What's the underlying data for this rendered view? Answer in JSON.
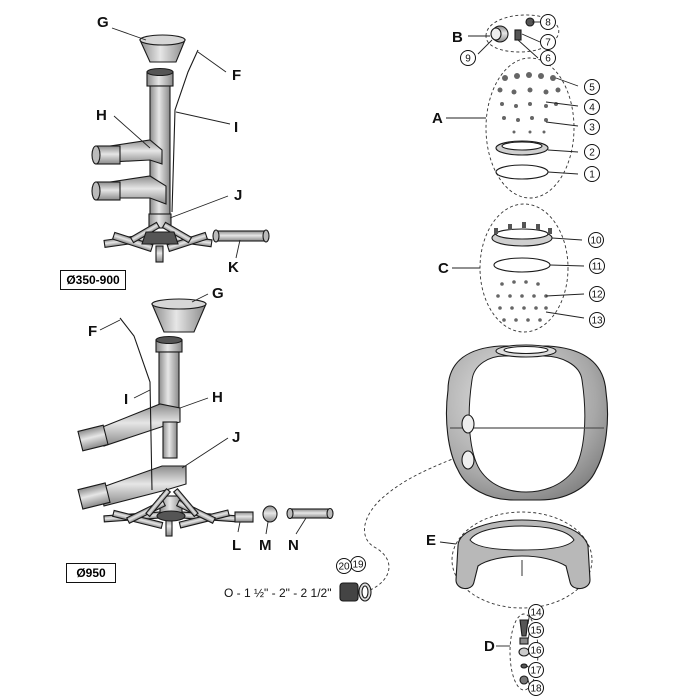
{
  "model_labels": {
    "small": "Ø350-900",
    "large": "Ø950"
  },
  "letters": {
    "A": "A",
    "B": "B",
    "C": "C",
    "D": "D",
    "E": "E",
    "F": "F",
    "G": "G",
    "H": "H",
    "I": "I",
    "J": "J",
    "K": "K",
    "L": "L",
    "M": "M",
    "N": "N"
  },
  "union_label": "O - 1 ½\" - 2\" - 2 1/2\"",
  "numbers": [
    "1",
    "2",
    "3",
    "4",
    "5",
    "6",
    "7",
    "8",
    "9",
    "10",
    "11",
    "12",
    "13",
    "14",
    "15",
    "16",
    "17",
    "18",
    "19",
    "20"
  ],
  "colors": {
    "part_fill": "#b8b8b8",
    "part_dark": "#7a7a7a",
    "line": "#1a1a1a"
  }
}
